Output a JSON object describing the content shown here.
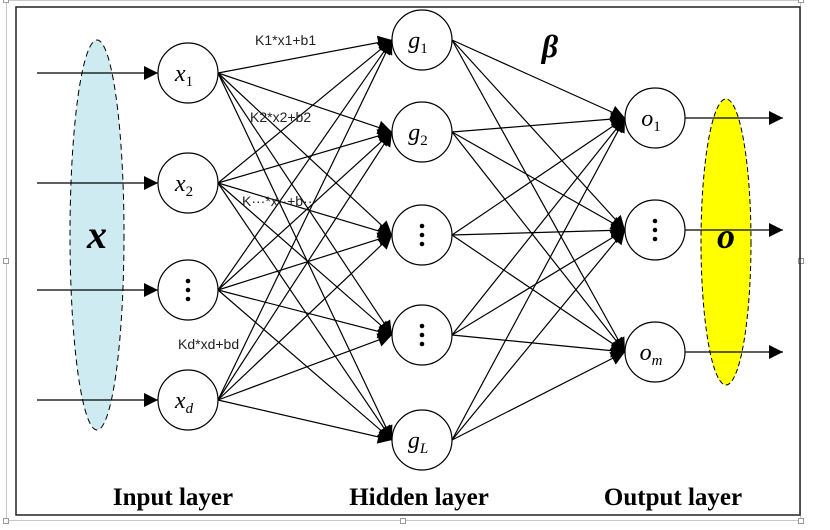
{
  "diagram": {
    "title_symbol": "β",
    "input_vector_label": "x",
    "output_vector_label": "o",
    "colors": {
      "input_ellipse": "#cdebf0",
      "output_ellipse": "#ffff00",
      "stroke": "#000000"
    },
    "input_nodes": [
      {
        "base": "x",
        "sub": "1"
      },
      {
        "base": "x",
        "sub": "2"
      },
      {
        "base": "⋮",
        "sub": ""
      },
      {
        "base": "x",
        "sub": "d"
      }
    ],
    "hidden_nodes": [
      {
        "base": "g",
        "sub": "1"
      },
      {
        "base": "g",
        "sub": "2"
      },
      {
        "base": "⋮",
        "sub": ""
      },
      {
        "base": "⋮",
        "sub": ""
      },
      {
        "base": "g",
        "sub": "L"
      }
    ],
    "output_nodes": [
      {
        "base": "o",
        "sub": "1"
      },
      {
        "base": "⋮",
        "sub": ""
      },
      {
        "base": "o",
        "sub": "m"
      }
    ],
    "weight_labels": [
      "K1*x1+b1",
      "K2*x2+b2",
      "K···*x··+b···",
      "Kd*xd+bd"
    ],
    "layer_labels": {
      "input": "Input layer",
      "hidden": "Hidden layer",
      "output": "Output layer"
    }
  }
}
